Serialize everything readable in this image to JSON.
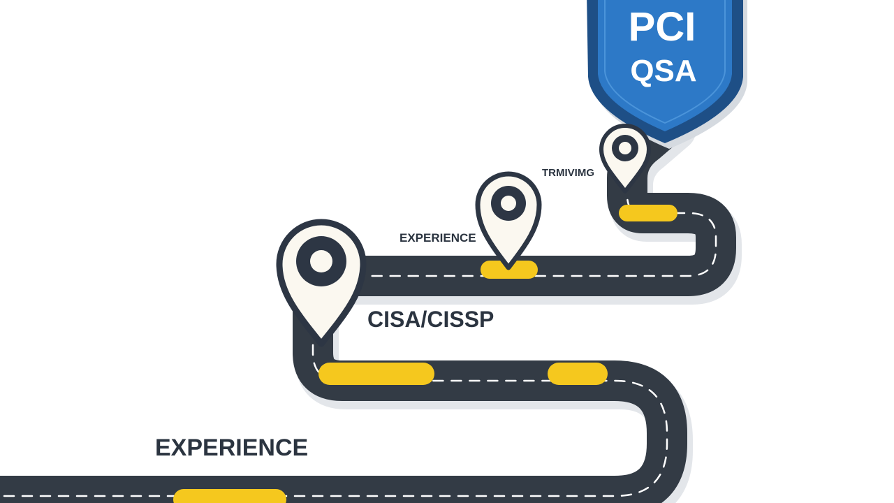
{
  "badge": {
    "line1": "PCI",
    "line2": "QSA"
  },
  "labels": {
    "experience_bottom": "EXPERIENCE",
    "cisa_cissp": "CISA/CISSP",
    "experience_mid": "EXPERIENCE",
    "training": "TRMIVIMG"
  },
  "colors": {
    "road": "#333b45",
    "road_shadow": "#d9dde2",
    "marker_yellow": "#f5c81e",
    "lane_dash": "#ffffff",
    "pin_body": "#fbf8f0",
    "pin_outline": "#2d3644",
    "shield_blue": "#2d79c7",
    "shield_dark": "#1e4f86",
    "label_text": "#2b3440"
  },
  "icons": {
    "pin": "location-pin-icon",
    "shield": "shield-badge-icon"
  }
}
